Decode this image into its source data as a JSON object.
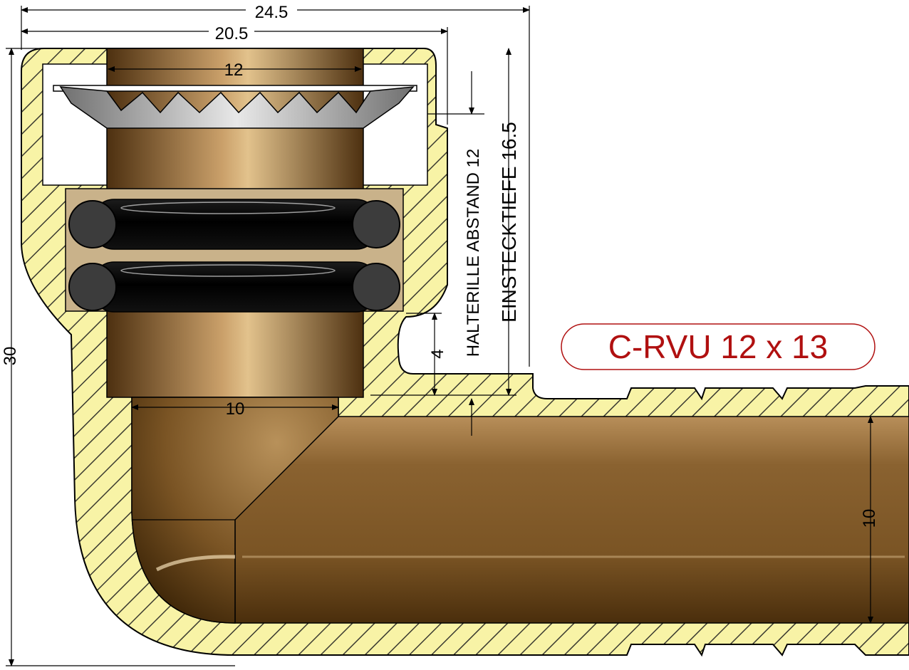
{
  "dimensions": {
    "overall_width": "24.5",
    "body_width": "20.5",
    "pipe_inner": "12",
    "height": "30",
    "bore_diameter": "10",
    "outlet_bore": "10",
    "groove_offset": "4",
    "retaining_groove_label": "HALTERILLE ABSTAND 12",
    "insertion_depth_label": "EINSTECKTIEFE 16.5"
  },
  "product": {
    "label": "C-RVU 12 x 13"
  },
  "colors": {
    "hatch_fill": "#f8f3a6",
    "hatch_line": "#3a3a30",
    "brass_dark": "#5a3c12",
    "brass_mid": "#9a7236",
    "brass_light": "#e2c28c",
    "seal_dark": "#0a0a0a",
    "seal_edge": "#3c3c3c",
    "badge_text": "#b01010",
    "badge_border": "#b01010"
  }
}
